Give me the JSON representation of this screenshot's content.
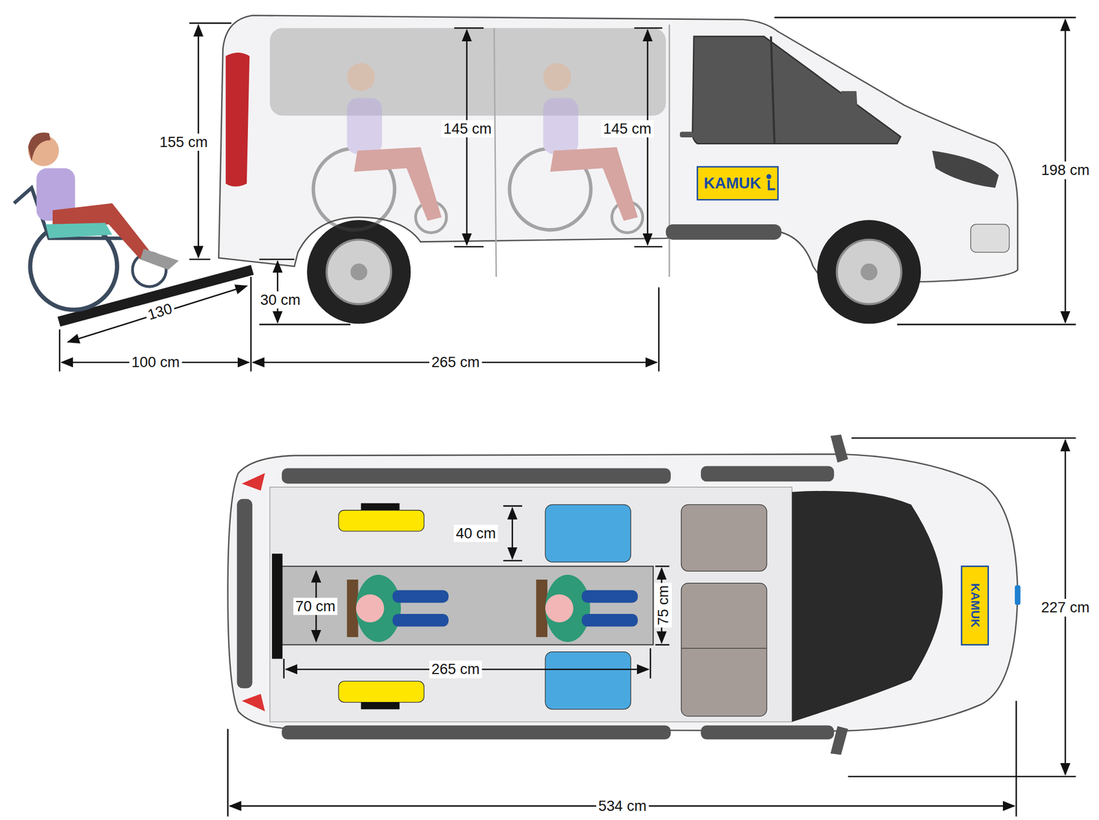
{
  "diagram": {
    "labels": [
      "155 cm",
      "145 cm",
      "145 cm",
      "198 cm",
      "130",
      "30 cm",
      "100 cm",
      "265 cm",
      "KAMUK",
      "40 cm",
      "70 cm",
      "75 cm",
      "265 cm",
      "KAMUK",
      "227 cm",
      "534 cm"
    ]
  }
}
